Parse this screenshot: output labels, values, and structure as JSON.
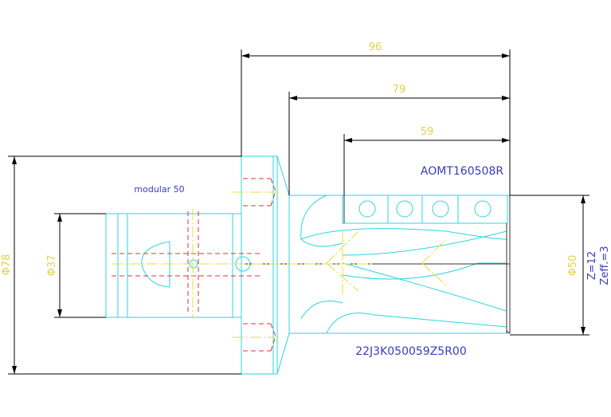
{
  "drawing": {
    "dimensions": {
      "length_total": "96",
      "length_mid": "79",
      "length_short": "59",
      "dia_outer": "Φ78",
      "dia_bore": "Φ37",
      "dia_body": "Φ50"
    },
    "labels": {
      "insert_code": "AOMT160508R",
      "adapter": "modular 50",
      "tool_code": "22J3K050059Z5R00",
      "teeth": "Z=12",
      "effective_teeth": "Zeff.=3"
    },
    "colors": {
      "outline": "#2ad4e0",
      "dimension": "#000000",
      "dim_text": "#e0d24a",
      "blue_text": "#3b3bbf",
      "hidden": "#e03030",
      "center": "#e8dc3a",
      "body": "#333333"
    }
  }
}
